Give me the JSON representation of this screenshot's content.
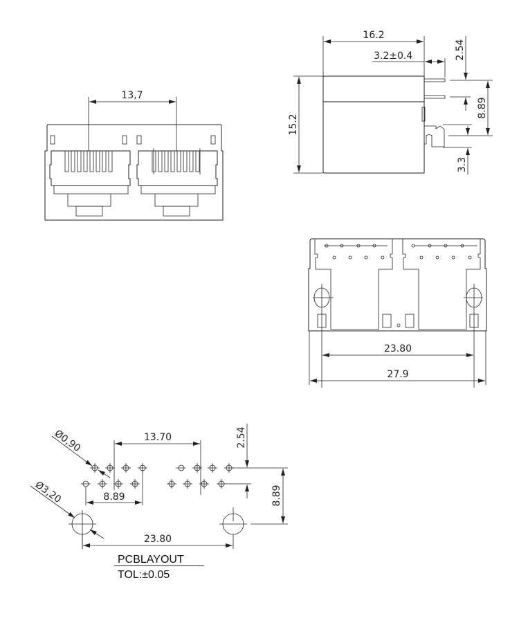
{
  "front_view": {
    "dim_port_pitch": "13,7"
  },
  "side_view": {
    "dim_depth": "16.2",
    "dim_pin_length": "3.2±0.4",
    "dim_height": "15.2",
    "dim_pin_row": "2.54",
    "dim_pin_to_post": "8.89",
    "dim_post_length": "3.3"
  },
  "bottom_view": {
    "dim_post_span": "23.80",
    "dim_width": "27.9"
  },
  "pcb_layout": {
    "dim_pin_hole": "Ø0,90",
    "dim_post_hole": "Ø3,20",
    "dim_port_pitch": "13.70",
    "dim_row_pitch": "2.54",
    "dim_pin_span": "8.89",
    "dim_pin_to_post": "8.89",
    "dim_post_span": "23.80",
    "title": "PCBLAYOUT",
    "tolerance": "TOL:±0.05"
  }
}
